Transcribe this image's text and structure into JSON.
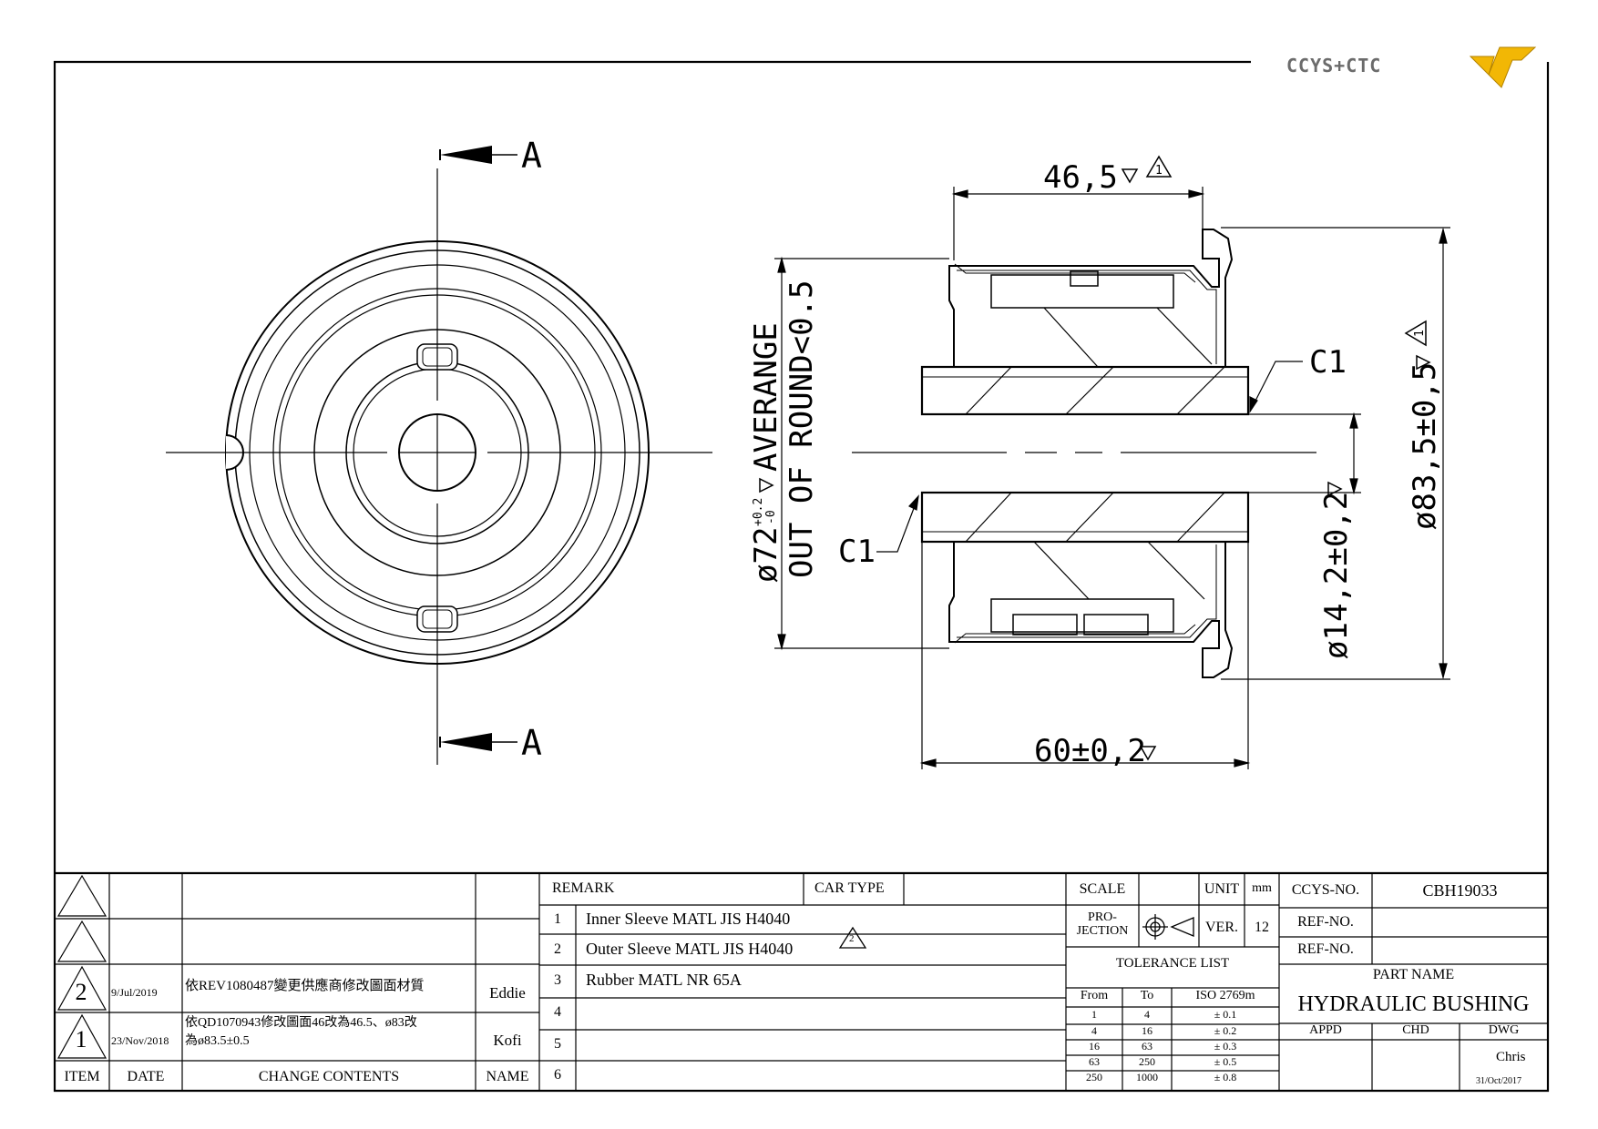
{
  "brand": {
    "logo_text": "CCYS+CTC",
    "accent": "#f2b705"
  },
  "drawing": {
    "section_label_top": "A",
    "section_label_bottom": "A",
    "dim_width_top": "46,5",
    "dim_mark_top": "1",
    "dim_outer_dia": "ø83,5±0,5",
    "dim_outer_mark": "1",
    "dim_inner_dia": "ø14,2±0,2",
    "dim_total_len": "60±0,2",
    "dim_flange_dia": "ø72",
    "dim_flange_tol_upper": "+0.2",
    "dim_flange_tol_lower": "-0",
    "dim_flange_note1": "AVERANGE",
    "dim_flange_note2": "OUT OF ROUND<0.5",
    "chamfer_top": "C1",
    "chamfer_bottom": "C1"
  },
  "revisions": {
    "rows": [
      {
        "item": "",
        "date": "",
        "content": "",
        "name": ""
      },
      {
        "item": "",
        "date": "",
        "content": "",
        "name": ""
      },
      {
        "item": "2",
        "date": "9/Jul/2019",
        "content": "依REV1080487變更供應商修改圖面材質",
        "name": "Eddie"
      },
      {
        "item": "1",
        "date": "23/Nov/2018",
        "content_line1": "依QD1070943修改圖面46改為46.5、ø83改",
        "content_line2": "為ø83.5±0.5",
        "name": "Kofi"
      }
    ],
    "header": {
      "item": "ITEM",
      "date": "DATE",
      "content": "CHANGE CONTENTS",
      "name": "NAME"
    }
  },
  "remarks": {
    "header": "REMARK",
    "car_type_label": "CAR TYPE",
    "car_type_value": "",
    "rows": [
      {
        "no": "1",
        "text": "Inner Sleeve MATL JIS H4040"
      },
      {
        "no": "2",
        "text": "Outer Sleeve MATL JIS H4040",
        "rev": "2"
      },
      {
        "no": "3",
        "text": "Rubber MATL NR 65A"
      },
      {
        "no": "4",
        "text": ""
      },
      {
        "no": "5",
        "text": ""
      },
      {
        "no": "6",
        "text": ""
      }
    ]
  },
  "info": {
    "scale_label": "SCALE",
    "scale_value": "",
    "unit_label": "UNIT",
    "unit_value": "mm",
    "projection_label1": "PRO-",
    "projection_label2": "JECTION",
    "ver_label": "VER.",
    "ver_value": "12",
    "tolerance_title": "TOLERANCE LIST",
    "tol_headers": [
      "From",
      "To",
      "ISO 2769m"
    ],
    "tol_rows": [
      [
        "1",
        "4",
        "± 0.1"
      ],
      [
        "4",
        "16",
        "± 0.2"
      ],
      [
        "16",
        "63",
        "± 0.3"
      ],
      [
        "63",
        "250",
        "± 0.5"
      ],
      [
        "250",
        "1000",
        "± 0.8"
      ]
    ]
  },
  "title": {
    "ccys_no_label": "CCYS-NO.",
    "ccys_no_value": "CBH19033",
    "ref_no_label_1": "REF-NO.",
    "ref_no_label_2": "REF-NO.",
    "part_name_label": "PART NAME",
    "part_name_value": "HYDRAULIC BUSHING",
    "appd_label": "APPD",
    "chd_label": "CHD",
    "dwg_label": "DWG",
    "dwg_name": "Chris",
    "dwg_date": "31/Oct/2017"
  }
}
